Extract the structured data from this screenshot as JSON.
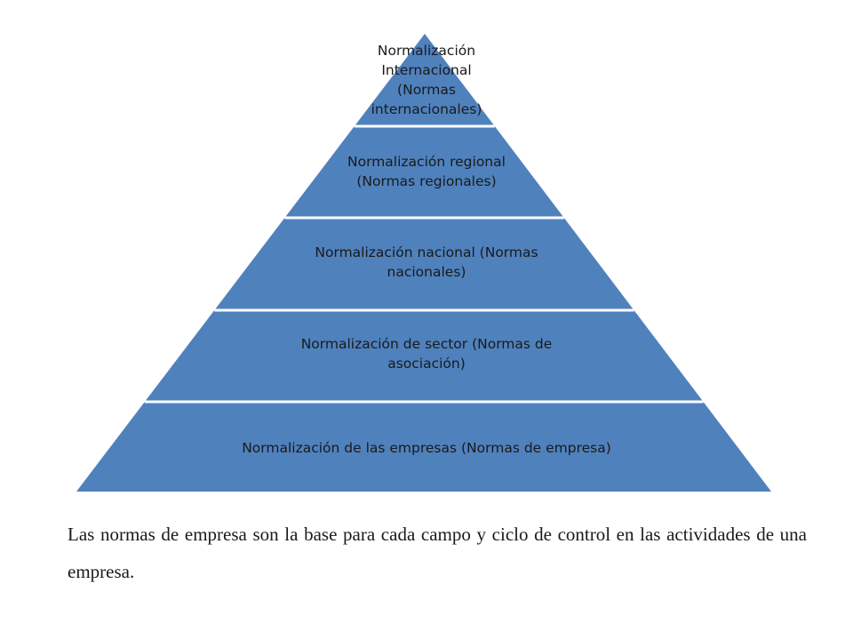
{
  "pyramid": {
    "fill_color": "#4f81bd",
    "separator_color": "#ffffff",
    "levels": [
      {
        "label": "Normalización Internacional (Normas internacionales)"
      },
      {
        "label": "Normalización regional (Normas regionales)"
      },
      {
        "label": "Normalización nacional (Normas nacionales)"
      },
      {
        "label": "Normalización de sector (Normas de asociación)"
      },
      {
        "label": "Normalización de las empresas (Normas de empresa)"
      }
    ]
  },
  "caption": {
    "text": "Las normas de empresa son la base para cada campo y ciclo de control en las actividades de una empresa."
  }
}
